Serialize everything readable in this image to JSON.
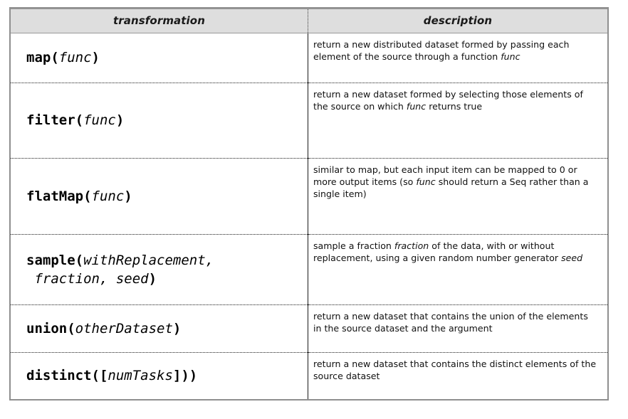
{
  "table": {
    "headers": {
      "transformation": "transformation",
      "description": "description"
    },
    "rows": [
      {
        "id": "map",
        "signature_plain": "map(func)",
        "signature_parts": [
          {
            "text": "map(",
            "style": "bold"
          },
          {
            "text": "func",
            "style": "italic"
          },
          {
            "text": ")",
            "style": "bold"
          }
        ],
        "description_plain": "return a new distributed dataset formed by passing each element of the source through a function func",
        "description_parts": [
          {
            "text": "return a new distributed dataset formed by passing each element of the source through a function ",
            "style": "normal"
          },
          {
            "text": "func",
            "style": "italic"
          }
        ]
      },
      {
        "id": "filter",
        "signature_plain": "filter(func)",
        "signature_parts": [
          {
            "text": "filter(",
            "style": "bold"
          },
          {
            "text": "func",
            "style": "italic"
          },
          {
            "text": ")",
            "style": "bold"
          }
        ],
        "description_plain": "return a new dataset formed by selecting those elements of the source on which func returns true",
        "description_parts": [
          {
            "text": "return a new dataset formed by selecting those elements of the source on which ",
            "style": "normal"
          },
          {
            "text": "func",
            "style": "italic"
          },
          {
            "text": " returns true",
            "style": "normal"
          }
        ]
      },
      {
        "id": "flatMap",
        "signature_plain": "flatMap(func)",
        "signature_parts": [
          {
            "text": "flatMap(",
            "style": "bold"
          },
          {
            "text": "func",
            "style": "italic"
          },
          {
            "text": ")",
            "style": "bold"
          }
        ],
        "description_plain": "similar to map, but each input item can be mapped to 0 or more output items (so func should return a Seq rather than a single item)",
        "description_parts": [
          {
            "text": "similar to map, but each input item can be mapped to 0 or more output items (so ",
            "style": "normal"
          },
          {
            "text": "func",
            "style": "italic"
          },
          {
            "text": " should return a Seq rather than a single item)",
            "style": "normal"
          }
        ]
      },
      {
        "id": "sample",
        "signature_plain": "sample(withReplacement, fraction, seed)",
        "signature_parts": [
          {
            "text": "sample(",
            "style": "bold"
          },
          {
            "text": "withReplacement,\n fraction, seed",
            "style": "italic"
          },
          {
            "text": ")",
            "style": "bold"
          }
        ],
        "description_plain": "sample a fraction fraction of the data, with or without replacement, using a given random number generator seed",
        "description_parts": [
          {
            "text": "sample a fraction ",
            "style": "normal"
          },
          {
            "text": "fraction",
            "style": "italic"
          },
          {
            "text": " of the data, with or without replacement, using a given random number generator ",
            "style": "normal"
          },
          {
            "text": "seed",
            "style": "italic"
          }
        ]
      },
      {
        "id": "union",
        "signature_plain": "union(otherDataset)",
        "signature_parts": [
          {
            "text": "union(",
            "style": "bold"
          },
          {
            "text": "otherDataset",
            "style": "italic"
          },
          {
            "text": ")",
            "style": "bold"
          }
        ],
        "description_plain": "return a new dataset that contains the union of the elements in the source dataset and the argument",
        "description_parts": [
          {
            "text": "return a new dataset that contains the union of the elements in the source dataset and the argument",
            "style": "normal"
          }
        ]
      },
      {
        "id": "distinct",
        "signature_plain": "distinct([numTasks]))",
        "signature_parts": [
          {
            "text": "distinct([",
            "style": "bold"
          },
          {
            "text": "numTasks",
            "style": "italic"
          },
          {
            "text": "]))",
            "style": "bold"
          }
        ],
        "description_plain": "return a new dataset that contains the distinct elements of the source dataset",
        "description_parts": [
          {
            "text": "return a new dataset that contains the distinct elements of the source dataset",
            "style": "normal"
          }
        ]
      }
    ]
  },
  "colors": {
    "header_fill": "#dedede",
    "outer_border": "#8f8f8f",
    "inner_border": "#1a1a1a",
    "text": "#111111",
    "page_background": "#ffffff"
  }
}
